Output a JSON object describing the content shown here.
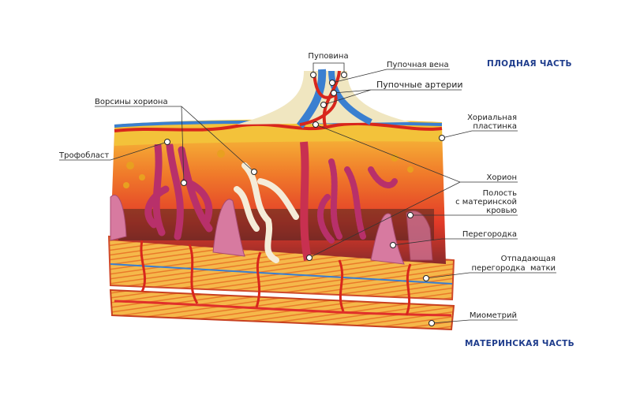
{
  "title_sections": {
    "fetal": "ПЛОДНАЯ ЧАСТЬ",
    "maternal": "МАТЕРИНСКАЯ ЧАСТЬ"
  },
  "labels": {
    "umbilical_cord": "Пуповина",
    "umbilical_vein": "Пупочная вена",
    "umbilical_arteries": "Пупочные артерии",
    "chorionic_villi": "Ворсины хориона",
    "chorionic_plate": [
      "Хориальная",
      "пластинка"
    ],
    "trophoblast": "Трофобласт",
    "chorion": "Хорион",
    "maternal_blood_space": [
      "Полость",
      "с материнской",
      "кровью"
    ],
    "septum": "Перегородка",
    "decidua": [
      "Отпадающая",
      "перегородка  матки"
    ],
    "myometrium": "Миометрий"
  },
  "colors": {
    "section_title": "#1e3c8c",
    "artery": "#d8261c",
    "vein": "#3a7fd0",
    "tissue": "#f0a030",
    "septum": "#d77aa0"
  }
}
